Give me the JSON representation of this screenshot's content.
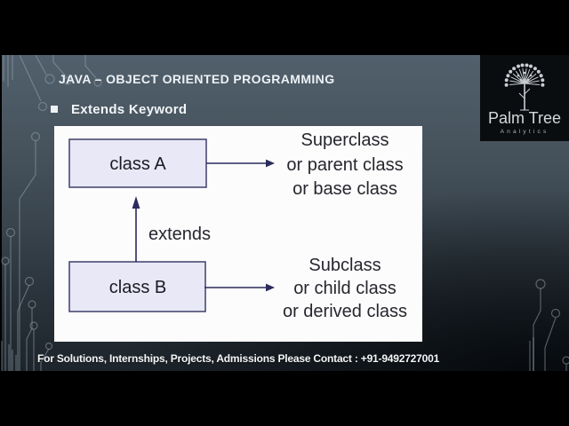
{
  "slide": {
    "title": "JAVA – OBJECT ORIENTED PROGRAMMING",
    "subtitle": "Extends Keyword",
    "footer": "For Solutions, Internships, Projects, Admissions Please Contact : +91-9492727001"
  },
  "diagram": {
    "class_a": "class A",
    "class_b": "class B",
    "arrow_label": "extends",
    "superclass": [
      "Superclass",
      "or parent class",
      "or base class"
    ],
    "subclass": [
      "Subclass",
      "or child class",
      "or derived class"
    ]
  },
  "logo": {
    "name": "Palm Tree",
    "tagline": "Analytics"
  },
  "colors": {
    "slide_bg_top": "#51606c",
    "slide_bg_bottom": "#1d242b",
    "panel_bg": "#fcfcfc",
    "class_box_fill": "#e8e8f7",
    "class_box_border": "#3f3f6b",
    "arrow": "#2b2b5c",
    "diagram_text": "#26262e",
    "circuit_line": "#9aa7b1",
    "letterbox": "#000000"
  }
}
